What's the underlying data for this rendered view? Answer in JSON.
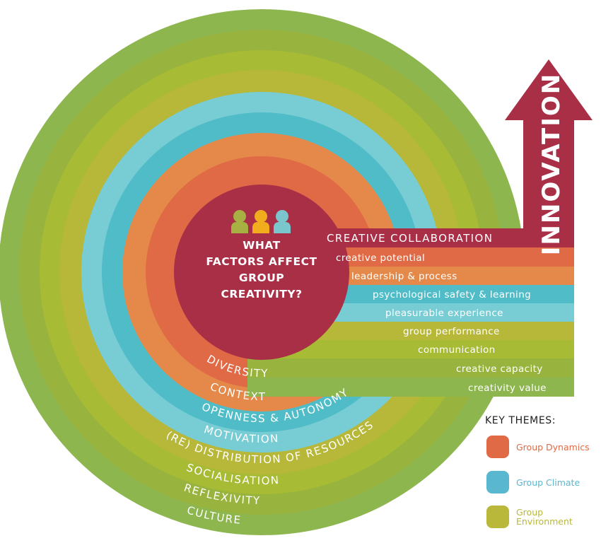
{
  "center": {
    "title_lines": [
      "WHAT",
      "FACTORS AFFECT",
      "GROUP",
      "CREATIVITY?"
    ],
    "icon": "three-people-icon"
  },
  "arrow": {
    "label": "INNOVATION",
    "color": "#a92f47"
  },
  "rings": [
    {
      "label": "DIVERSITY",
      "color": "#e06a45"
    },
    {
      "label": "CONTEXT",
      "color": "#e4894a"
    },
    {
      "label": "OPENNESS & AUTONOMY",
      "color": "#4fbcc8"
    },
    {
      "label": "MOTIVATION",
      "color": "#78ccd4"
    },
    {
      "label": "(RE) DISTRIBUTION OF RESOURCES",
      "color": "#b7b73a"
    },
    {
      "label": "SOCIALISATION",
      "color": "#a8bb34"
    },
    {
      "label": "REFLEXIVITY",
      "color": "#98b43f"
    },
    {
      "label": "CULTURE",
      "color": "#8db64f"
    }
  ],
  "bands": [
    {
      "label": "CREATIVE COLLABORATION",
      "color": "#a92f47"
    },
    {
      "label": "creative potential",
      "color": "#e06a45"
    },
    {
      "label": "leadership & process",
      "color": "#e4894a"
    },
    {
      "label": "psychological safety & learning",
      "color": "#4fbcc8"
    },
    {
      "label": "pleasurable experience",
      "color": "#78ccd4"
    },
    {
      "label": "group performance",
      "color": "#b7b73a"
    },
    {
      "label": "communication",
      "color": "#a8bb34"
    },
    {
      "label": "creative capacity",
      "color": "#98b43f"
    },
    {
      "label": "creativity value",
      "color": "#8db64f"
    }
  ],
  "key": {
    "title": "KEY THEMES:",
    "items": [
      {
        "label": "Group Dynamics",
        "color": "#e06a45"
      },
      {
        "label": "Group Climate",
        "color": "#5ab7d0"
      },
      {
        "label": "Group Environment",
        "color": "#b9b83a"
      }
    ]
  },
  "people_colors": [
    "#a7b042",
    "#f2ad1e",
    "#7bc6cc"
  ]
}
